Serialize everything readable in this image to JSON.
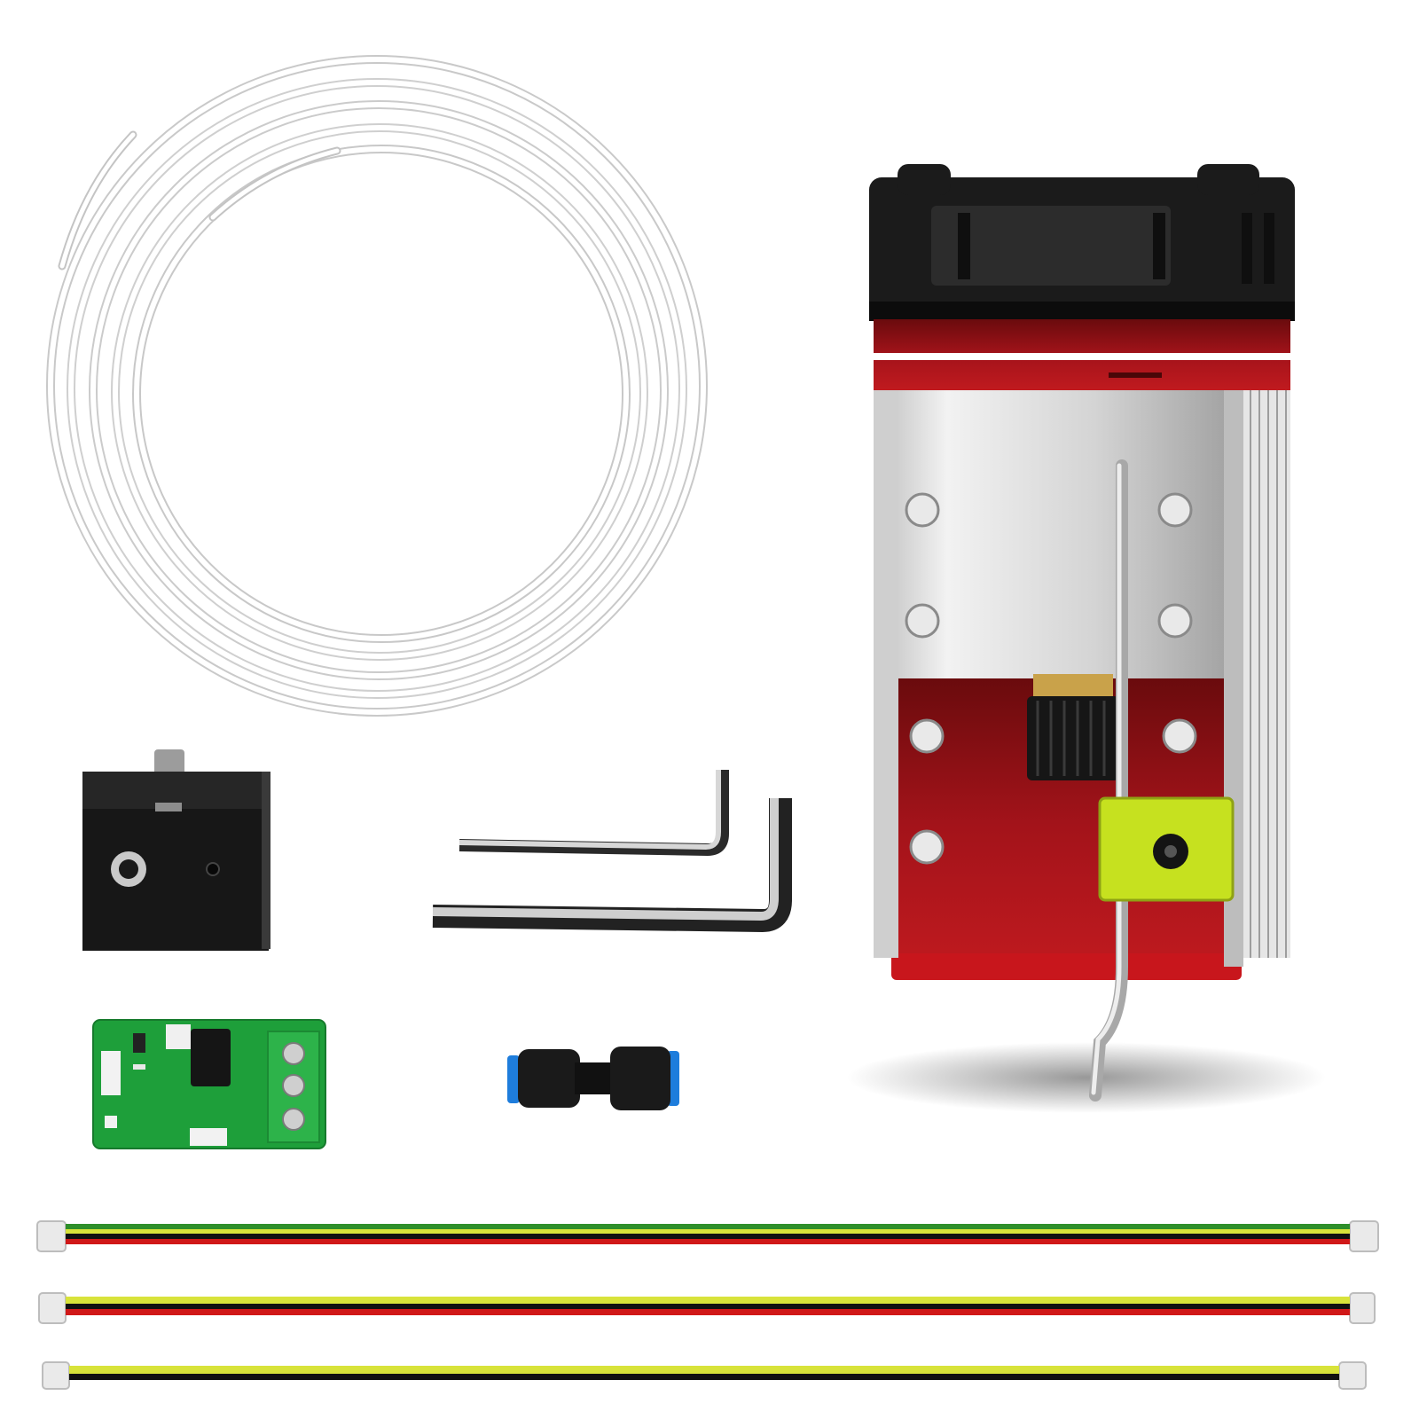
{
  "scene": {
    "items": [
      {
        "key": "air-tube",
        "icon": "tube-coil-icon"
      },
      {
        "key": "laser-module",
        "icon": "laser-module-icon"
      },
      {
        "key": "mount-block",
        "icon": "mount-block-icon"
      },
      {
        "key": "hex-key-small",
        "icon": "hex-key-icon"
      },
      {
        "key": "hex-key-large",
        "icon": "hex-key-icon"
      },
      {
        "key": "adapter-board",
        "icon": "circuit-board-icon"
      },
      {
        "key": "air-connector",
        "icon": "push-fitting-icon"
      },
      {
        "key": "cable-1",
        "icon": "cable-icon"
      },
      {
        "key": "cable-2",
        "icon": "cable-icon"
      },
      {
        "key": "cable-3",
        "icon": "cable-icon"
      }
    ]
  },
  "colors": {
    "background": "#ffffff",
    "laser_red": "#8e0f12",
    "aluminum": "#d8d8d8",
    "fan_black": "#1b1b1b",
    "pcb_green": "#1e9f3a",
    "terminal_green": "#2db34a",
    "accent_yellow": "#c6e11f",
    "wire_green": "#2e8f2b",
    "wire_yellow": "#d8e33a",
    "wire_black": "#111111",
    "wire_red": "#d01818",
    "fitting_blue": "#1e7ddc"
  }
}
